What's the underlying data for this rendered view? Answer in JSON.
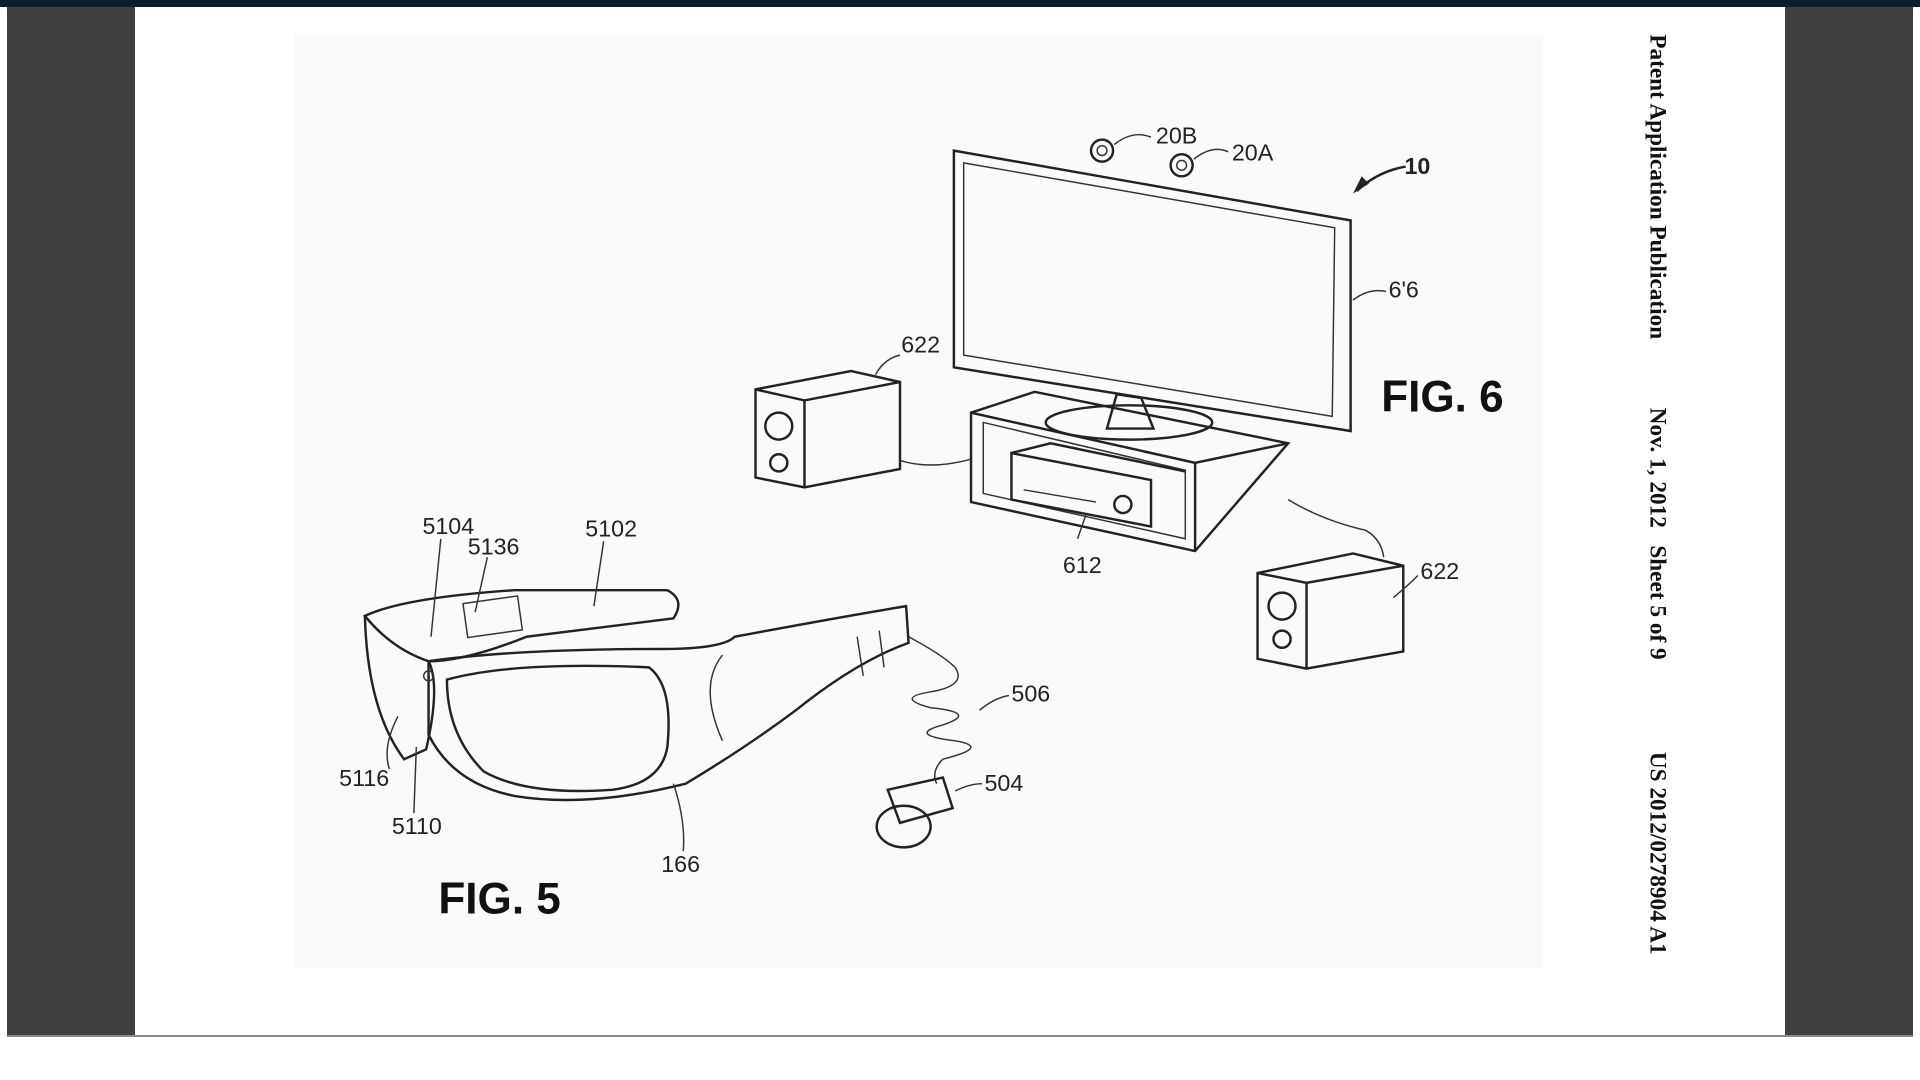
{
  "header": {
    "publication": "Patent Application Publication",
    "date_sheet": "Nov. 1, 2012   Sheet 5 of 9",
    "number": "US 2012/0278904 A1"
  },
  "fig5": {
    "title": "FIG. 5",
    "labels": [
      "5104",
      "5136",
      "5102",
      "5116",
      "5110",
      "166",
      "506",
      "504"
    ]
  },
  "fig6": {
    "title": "FIG. 6",
    "labels": [
      "20B",
      "20A",
      "10",
      "6'6",
      "622",
      "612",
      "622"
    ]
  }
}
